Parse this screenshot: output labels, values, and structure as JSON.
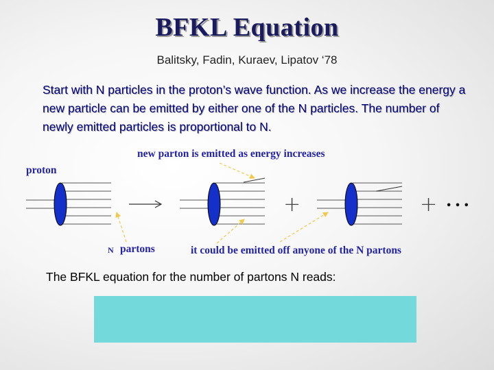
{
  "slide": {
    "title": "BFKL Equation",
    "authors": "Balitsky, Fadin, Kuraev, Lipatov  ‘78",
    "intro": "Start with N particles in the proton’s wave function. As we increase the energy a new particle can be emitted by either one of the N particles. The number of newly emitted particles is proportional to N.",
    "equation_intro": "The BFKL equation for the number of partons N reads:"
  },
  "diagram": {
    "label_proton": "proton",
    "label_new_parton": "new parton is emitted as energy increases",
    "label_n": "N",
    "label_partons": "partons",
    "label_emitted_off": "it could be emitted off anyone of the N partons",
    "plus_1": "+",
    "plus_2": "+",
    "ellipsis": "• • •"
  },
  "colors": {
    "title": "#1a1a5e",
    "intro_text": "#00007a",
    "proton_fill": "#1430c8",
    "diagram_labels": "#2222aa",
    "arrow_dashed": "#f2c94c",
    "equation_box": "#73d9da"
  }
}
